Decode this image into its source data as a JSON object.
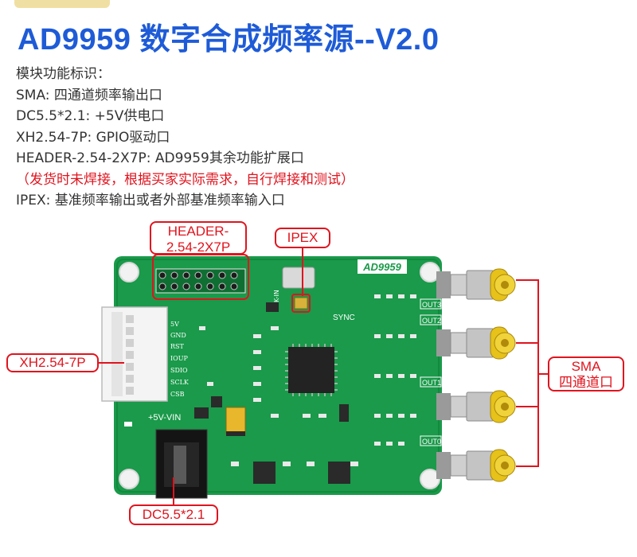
{
  "title": "AD9959 数字合成频率源--V2.0",
  "features": [
    {
      "text": "模块功能标识：",
      "style": "normal"
    },
    {
      "text": "SMA: 四通道频率输出口",
      "style": "normal"
    },
    {
      "text": "DC5.5*2.1: +5V供电口",
      "style": "normal"
    },
    {
      "text": "XH2.54-7P: GPIO驱动口",
      "style": "normal"
    },
    {
      "text": "HEADER-2.54-2X7P: AD9959其余功能扩展口",
      "style": "normal"
    },
    {
      "text": "（发货时未焊接，根据买家实际需求，自行焊接和测试）",
      "style": "note"
    },
    {
      "text": "IPEX: 基准频率输出或者外部基准频率输入口",
      "style": "normal"
    }
  ],
  "callouts": {
    "header_line1": "HEADER-",
    "header_line2": "2.54-2X7P",
    "ipex": "IPEX",
    "xh": "XH2.54-7P",
    "sma_line1": "SMA",
    "sma_line2": "四通道口",
    "dc": "DC5.5*2.1"
  },
  "board": {
    "chip_label": "AD9959",
    "sync_label": "SYNC",
    "power_label": "+5V-VIN",
    "clk_label": "CLK-IN",
    "gpio_pins": [
      "5V",
      "GND",
      "RST",
      "IOUP",
      "SDIO",
      "SCLK",
      "CSB"
    ],
    "outputs": [
      "OUT3",
      "OUT2",
      "OUT1",
      "OUT0"
    ]
  },
  "colors": {
    "pcb": "#1a9a4a",
    "silkscreen": "#ffffff",
    "callout": "#e0141e",
    "title": "#1e5bd7",
    "sma_gold": "#e6c21a"
  }
}
